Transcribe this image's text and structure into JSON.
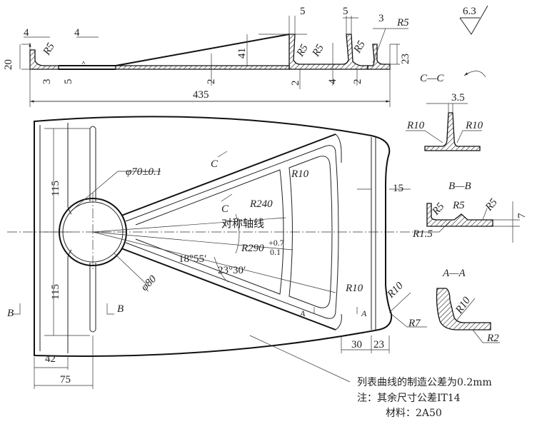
{
  "surface_roughness": "6.3",
  "top_view": {
    "w4a": "4",
    "w4b": "4",
    "w5a": "5",
    "w5b": "5",
    "w3": "3",
    "r5_left": "R5",
    "r5_mid1": "R5",
    "r5_mid2": "R5",
    "r5_right1": "R5",
    "r5_right2": "R5",
    "h20": "20",
    "h41": "41",
    "h23": "23",
    "t3": "3",
    "t5": "5",
    "t2a": "2",
    "t2b": "2",
    "t4": "4",
    "t2c": "2",
    "length": "435"
  },
  "main_view": {
    "section_c_top": "C",
    "section_c_bottom": "C",
    "hub_bore": "φ70±0.1",
    "r10_top": "R10",
    "r240": "R240",
    "axis_label": "对称轴线",
    "d15": "15",
    "d115_top": "115",
    "d115_bottom": "115",
    "r290": "R290",
    "r290_upper": "+0.7",
    "r290_lower": "0.1",
    "angle1": "18°55′",
    "angle2": "23°30′",
    "hub_outer": "φ80",
    "r10_mid": "R10",
    "r10_right": "R10",
    "r7": "R7",
    "section_a_left": "A",
    "section_a_right": "A",
    "section_b_left": "B",
    "section_b_right": "B",
    "d42": "42",
    "d75": "75",
    "d30": "30",
    "d23": "23"
  },
  "section_cc": {
    "title": "C—C",
    "w": "3.5",
    "r_left": "R10",
    "r_right": "R10"
  },
  "section_bb": {
    "title": "B—B",
    "r1": "R5",
    "r2": "R5",
    "r3": "R5",
    "h": "7",
    "r_small": "R1.5"
  },
  "section_aa": {
    "title": "A—A",
    "r10": "R10",
    "r2": "R2"
  },
  "notes": {
    "line1": "列表曲线的制造公差为0.2mm",
    "line2": "注：其余尺寸公差IT14",
    "line3": "材料：2A50"
  }
}
